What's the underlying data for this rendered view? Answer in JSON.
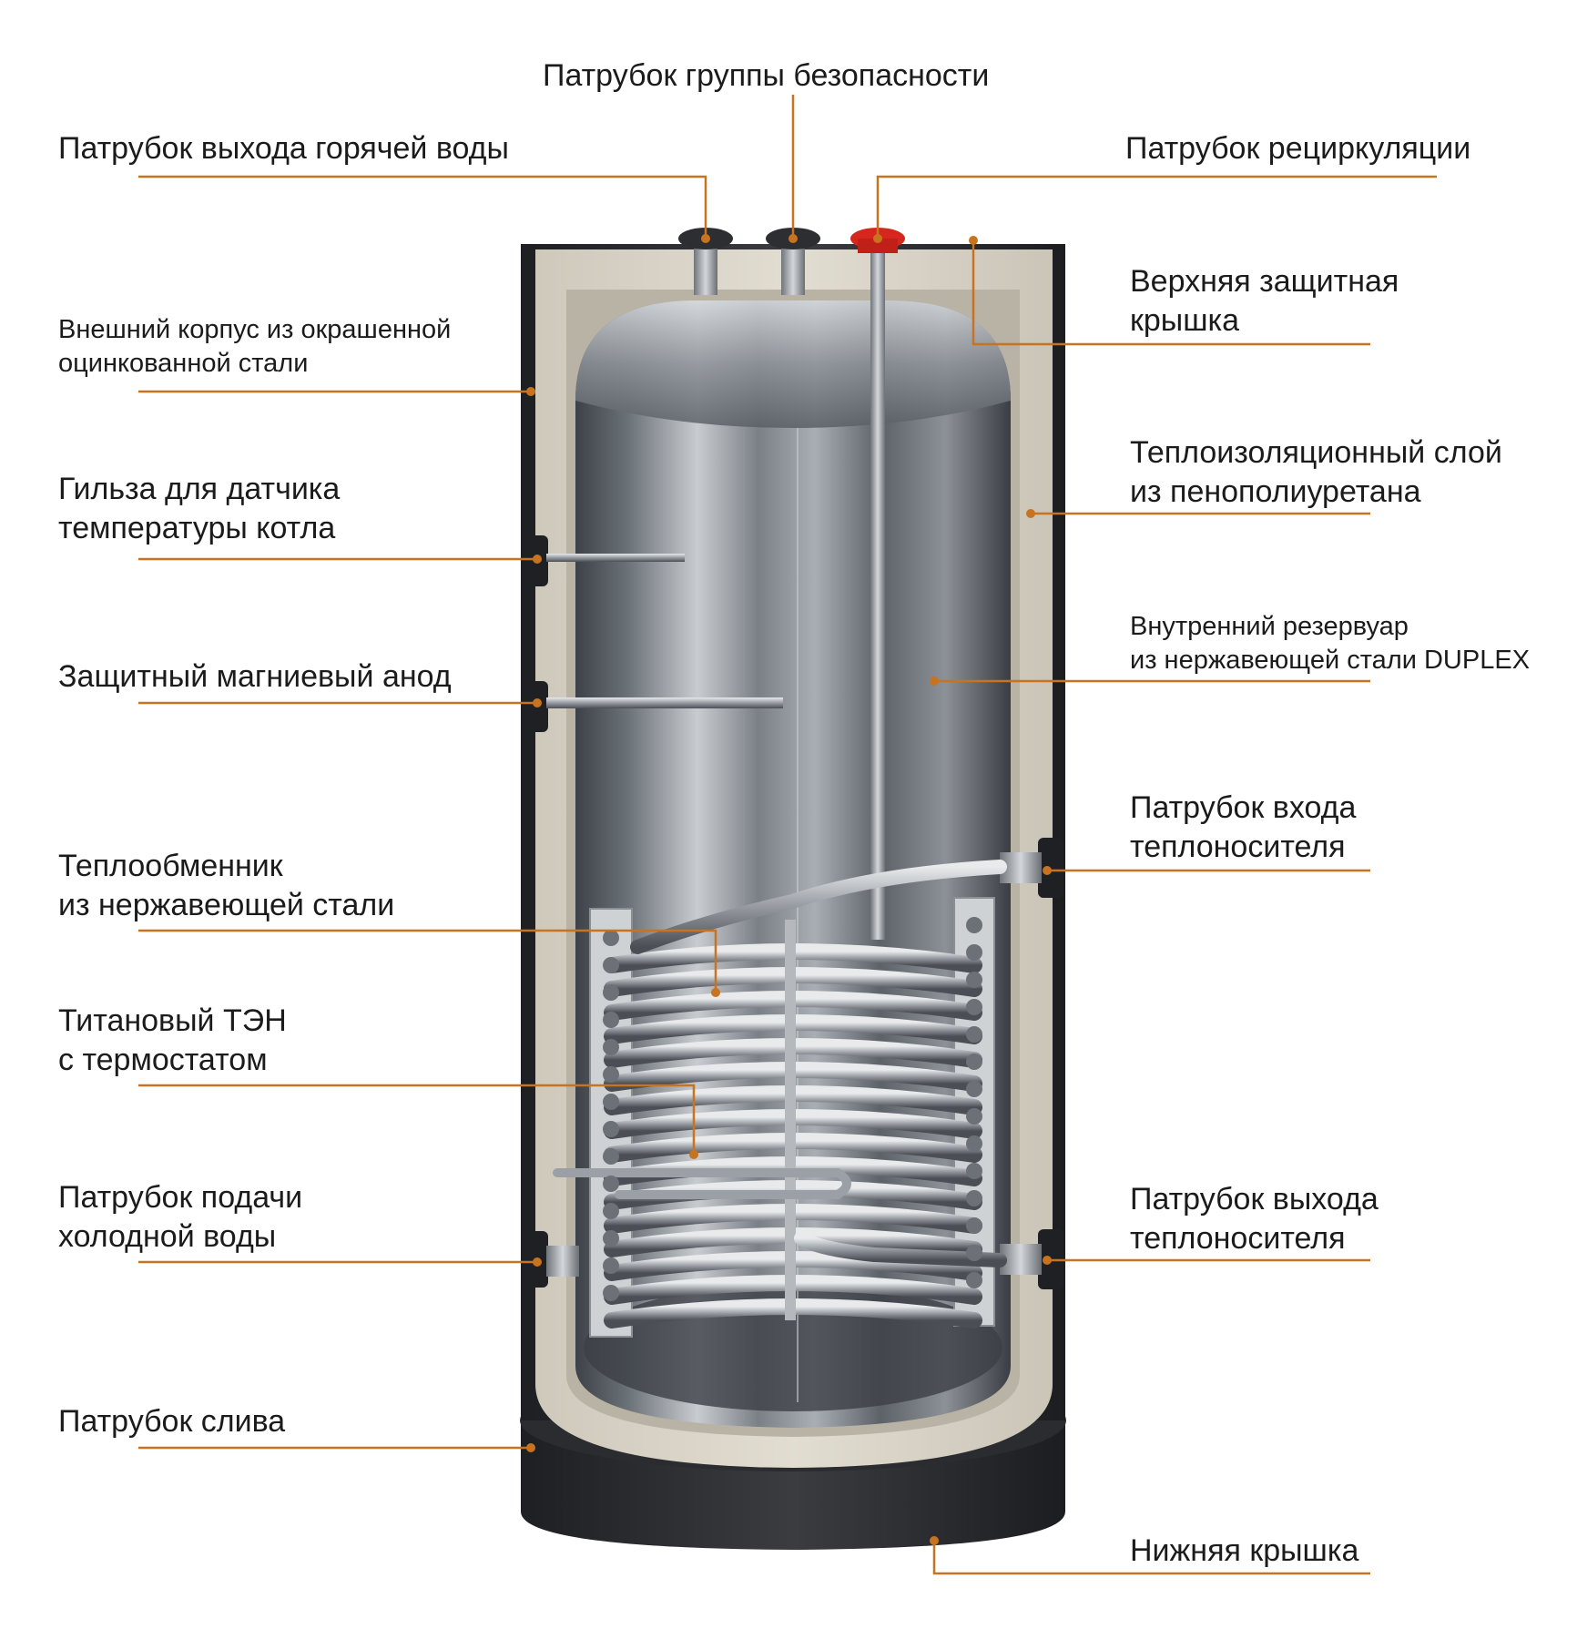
{
  "colors": {
    "leader": "#c8731f",
    "text": "#1b1b1b",
    "shell": "#2a2b2e",
    "insulation": "#d9d3c6",
    "steel": "#8f959b",
    "recirc_cap": "#d7261e"
  },
  "labels": {
    "safety_group": [
      "Патрубок группы безопасности"
    ],
    "hot_outlet": [
      "Патрубок выхода горячей воды"
    ],
    "recirculation": [
      "Патрубок рециркуляции"
    ],
    "outer_case": [
      "Внешний корпус из окрашенной",
      "оцинкованной стали"
    ],
    "top_cover": [
      "Верхняя защитная",
      "крышка"
    ],
    "insulation": [
      "Теплоизоляционный слой",
      "из пенополиуретана"
    ],
    "sensor_sleeve": [
      "Гильза для датчика",
      "температуры котла"
    ],
    "inner_tank": [
      "Внутренний резервуар",
      "из нержавеющей стали DUPLEX"
    ],
    "anode": [
      "Защитный магниевый анод"
    ],
    "coolant_inlet": [
      "Патрубок входа",
      "теплоносителя"
    ],
    "heat_exchanger": [
      "Теплообменник",
      "из нержавеющей стали"
    ],
    "heater": [
      "Титановый ТЭН",
      "с термостатом"
    ],
    "cold_inlet": [
      "Патрубок подачи",
      "холодной воды"
    ],
    "coolant_outlet": [
      "Патрубок выхода",
      "теплоносителя"
    ],
    "drain": [
      "Патрубок слива"
    ],
    "bottom_cover": [
      "Нижняя крышка"
    ]
  }
}
